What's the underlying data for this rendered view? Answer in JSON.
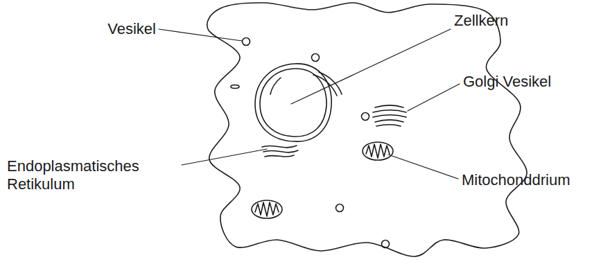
{
  "diagram": {
    "labels": [
      "Vesikel",
      "Zellkern",
      "Golgi Vesikel",
      "Endoplasmatisches Retikulum",
      "Mitochonddrium"
    ]
  }
}
